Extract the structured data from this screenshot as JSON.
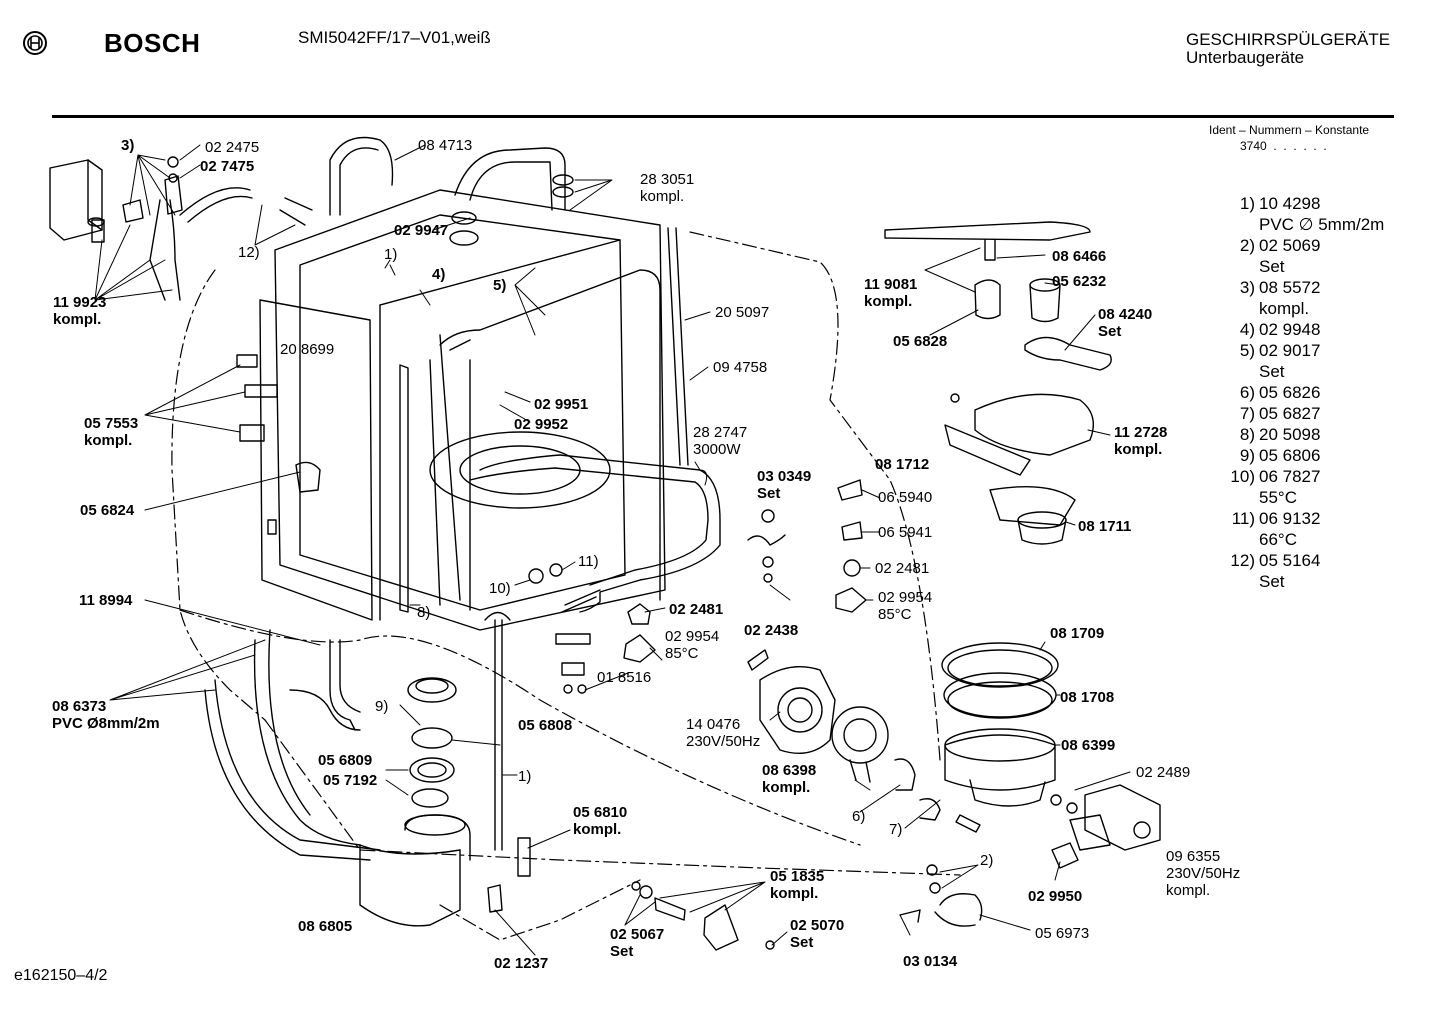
{
  "header": {
    "brand": "BOSCH",
    "model": "SMI5042FF/17–V01,weiß",
    "category": "GESCHIRRSPÜLGERÄTE",
    "subcategory": "Unterbaugeräte",
    "ident_heading": "Ident – Nummern – Konstante",
    "ident_value": "3740  .  .  .  .  .  ."
  },
  "footer": {
    "drawing_id": "e162150–4/2"
  },
  "callouts": [
    {
      "text": "3)",
      "bold": true
    },
    {
      "text": "02 2475",
      "bold": false
    },
    {
      "text": "02 7475",
      "bold": true
    },
    {
      "text": "08 4713",
      "bold": false
    },
    {
      "text": "28 3051\nkompl.",
      "bold": false
    },
    {
      "text": "02 9947",
      "bold": true
    },
    {
      "text": "12)",
      "bold": false
    },
    {
      "text": "1)",
      "bold": false
    },
    {
      "text": "4)",
      "bold": true
    },
    {
      "text": "5)",
      "bold": true
    },
    {
      "text": "20 5097",
      "bold": false
    },
    {
      "text": "11 9923\nkompl.",
      "bold": true
    },
    {
      "text": "20 8699",
      "bold": false
    },
    {
      "text": "09 4758",
      "bold": false
    },
    {
      "text": "02 9951",
      "bold": true
    },
    {
      "text": "02 9952",
      "bold": true
    },
    {
      "text": "05 7553\nkompl.",
      "bold": true
    },
    {
      "text": "28 2747\n3000W",
      "bold": false
    },
    {
      "text": "05 6824",
      "bold": true
    },
    {
      "text": "03 0349\nSet",
      "bold": true
    },
    {
      "text": "11)",
      "bold": false
    },
    {
      "text": "10)",
      "bold": false
    },
    {
      "text": "8)",
      "bold": false
    },
    {
      "text": "11 8994",
      "bold": true
    },
    {
      "text": "02 2481",
      "bold": true
    },
    {
      "text": "02 2438",
      "bold": true
    },
    {
      "text": "02 9954\n85°C",
      "bold": false
    },
    {
      "text": "08 6373\nPVC Ø8mm/2m",
      "bold": true
    },
    {
      "text": "01 8516",
      "bold": false
    },
    {
      "text": "9)",
      "bold": false
    },
    {
      "text": "05 6808",
      "bold": true
    },
    {
      "text": "05 6809",
      "bold": true
    },
    {
      "text": "05 7192",
      "bold": true
    },
    {
      "text": "1)",
      "bold": false
    },
    {
      "text": "05 6810\nkompl.",
      "bold": true
    },
    {
      "text": "05 1835\nkompl.",
      "bold": true
    },
    {
      "text": "08 6805",
      "bold": true
    },
    {
      "text": "02 5067\nSet",
      "bold": true
    },
    {
      "text": "02 5070\nSet",
      "bold": true
    },
    {
      "text": "02 1237",
      "bold": true
    },
    {
      "text": "11 9081\nkompl.",
      "bold": true
    },
    {
      "text": "08 6466",
      "bold": true
    },
    {
      "text": "05 6232",
      "bold": true
    },
    {
      "text": "08 4240\nSet",
      "bold": true
    },
    {
      "text": "05 6828",
      "bold": true
    },
    {
      "text": "11 2728\nkompl.",
      "bold": true
    },
    {
      "text": "08 1712",
      "bold": true
    },
    {
      "text": "06 5940",
      "bold": false
    },
    {
      "text": "06 5941",
      "bold": false
    },
    {
      "text": "08 1711",
      "bold": true
    },
    {
      "text": "02 2481",
      "bold": false
    },
    {
      "text": "02 9954\n85°C",
      "bold": false
    },
    {
      "text": "08 1709",
      "bold": true
    },
    {
      "text": "08 1708",
      "bold": true
    },
    {
      "text": "14 0476\n230V/50Hz",
      "bold": false
    },
    {
      "text": "08 6399",
      "bold": true
    },
    {
      "text": "08 6398\nkompl.",
      "bold": true
    },
    {
      "text": "02 2489",
      "bold": false
    },
    {
      "text": "6)",
      "bold": false
    },
    {
      "text": "7)",
      "bold": false
    },
    {
      "text": "2)",
      "bold": false
    },
    {
      "text": "09 6355\n230V/50Hz\nkompl.",
      "bold": false
    },
    {
      "text": "02 9950",
      "bold": true
    },
    {
      "text": "05 6973",
      "bold": false
    },
    {
      "text": "03 0134",
      "bold": true
    }
  ],
  "legend": [
    {
      "num": "1)",
      "lines": [
        "10 4298",
        "PVC ∅ 5mm/2m"
      ]
    },
    {
      "num": "2)",
      "lines": [
        "02 5069",
        "Set"
      ]
    },
    {
      "num": "3)",
      "lines": [
        "08 5572",
        "kompl."
      ]
    },
    {
      "num": "4)",
      "lines": [
        "02 9948"
      ]
    },
    {
      "num": "5)",
      "lines": [
        "02 9017",
        "Set"
      ]
    },
    {
      "num": "6)",
      "lines": [
        "05 6826"
      ]
    },
    {
      "num": "7)",
      "lines": [
        "05 6827"
      ]
    },
    {
      "num": "8)",
      "lines": [
        "20 5098"
      ]
    },
    {
      "num": "9)",
      "lines": [
        "05 6806"
      ]
    },
    {
      "num": "10)",
      "lines": [
        "06 7827",
        "55°C"
      ]
    },
    {
      "num": "11)",
      "lines": [
        "06 9132",
        "66°C"
      ]
    },
    {
      "num": "12)",
      "lines": [
        "05 5164",
        "Set"
      ]
    }
  ]
}
